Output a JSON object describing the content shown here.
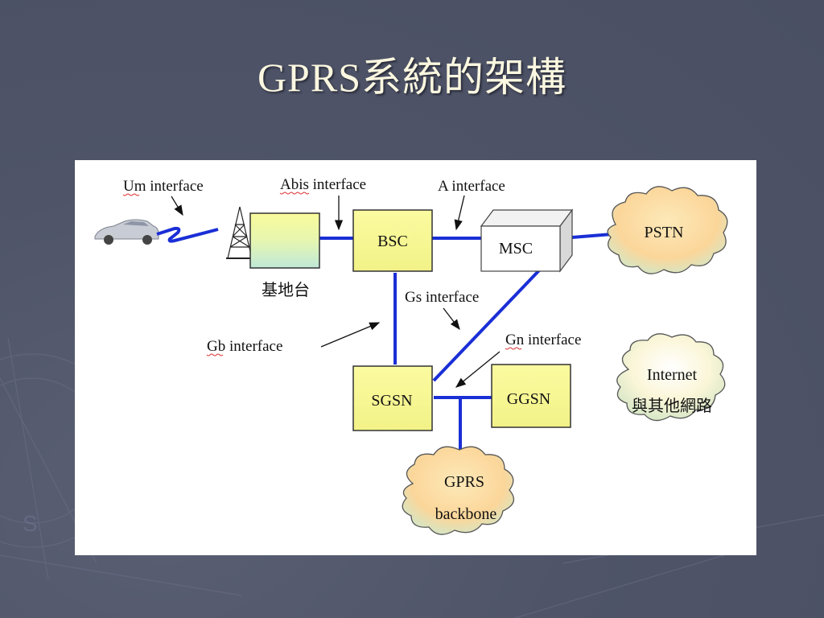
{
  "title": "GPRS系統的架構",
  "diagram": {
    "interfaces": {
      "um": "Um interface",
      "abis": "Abis interface",
      "a": "A interface",
      "gs": "Gs interface",
      "gb": "Gb interface",
      "gn": "Gn interface"
    },
    "nodes": {
      "base_station": "基地台",
      "bsc": "BSC",
      "msc": "MSC",
      "sgsn": "SGSN",
      "ggsn": "GGSN"
    },
    "clouds": {
      "pstn": "PSTN",
      "internet_line1": "Internet",
      "internet_line2": "與其他網路",
      "gprs_line1": "GPRS",
      "gprs_line2": "backbone"
    },
    "colors": {
      "link": "#1a2fd6",
      "node_fill": "#fbfba0",
      "node_border": "#333333",
      "cloud_fill": "#fbe6b0",
      "background": "#4f5468",
      "title": "#fbf7e0"
    }
  }
}
